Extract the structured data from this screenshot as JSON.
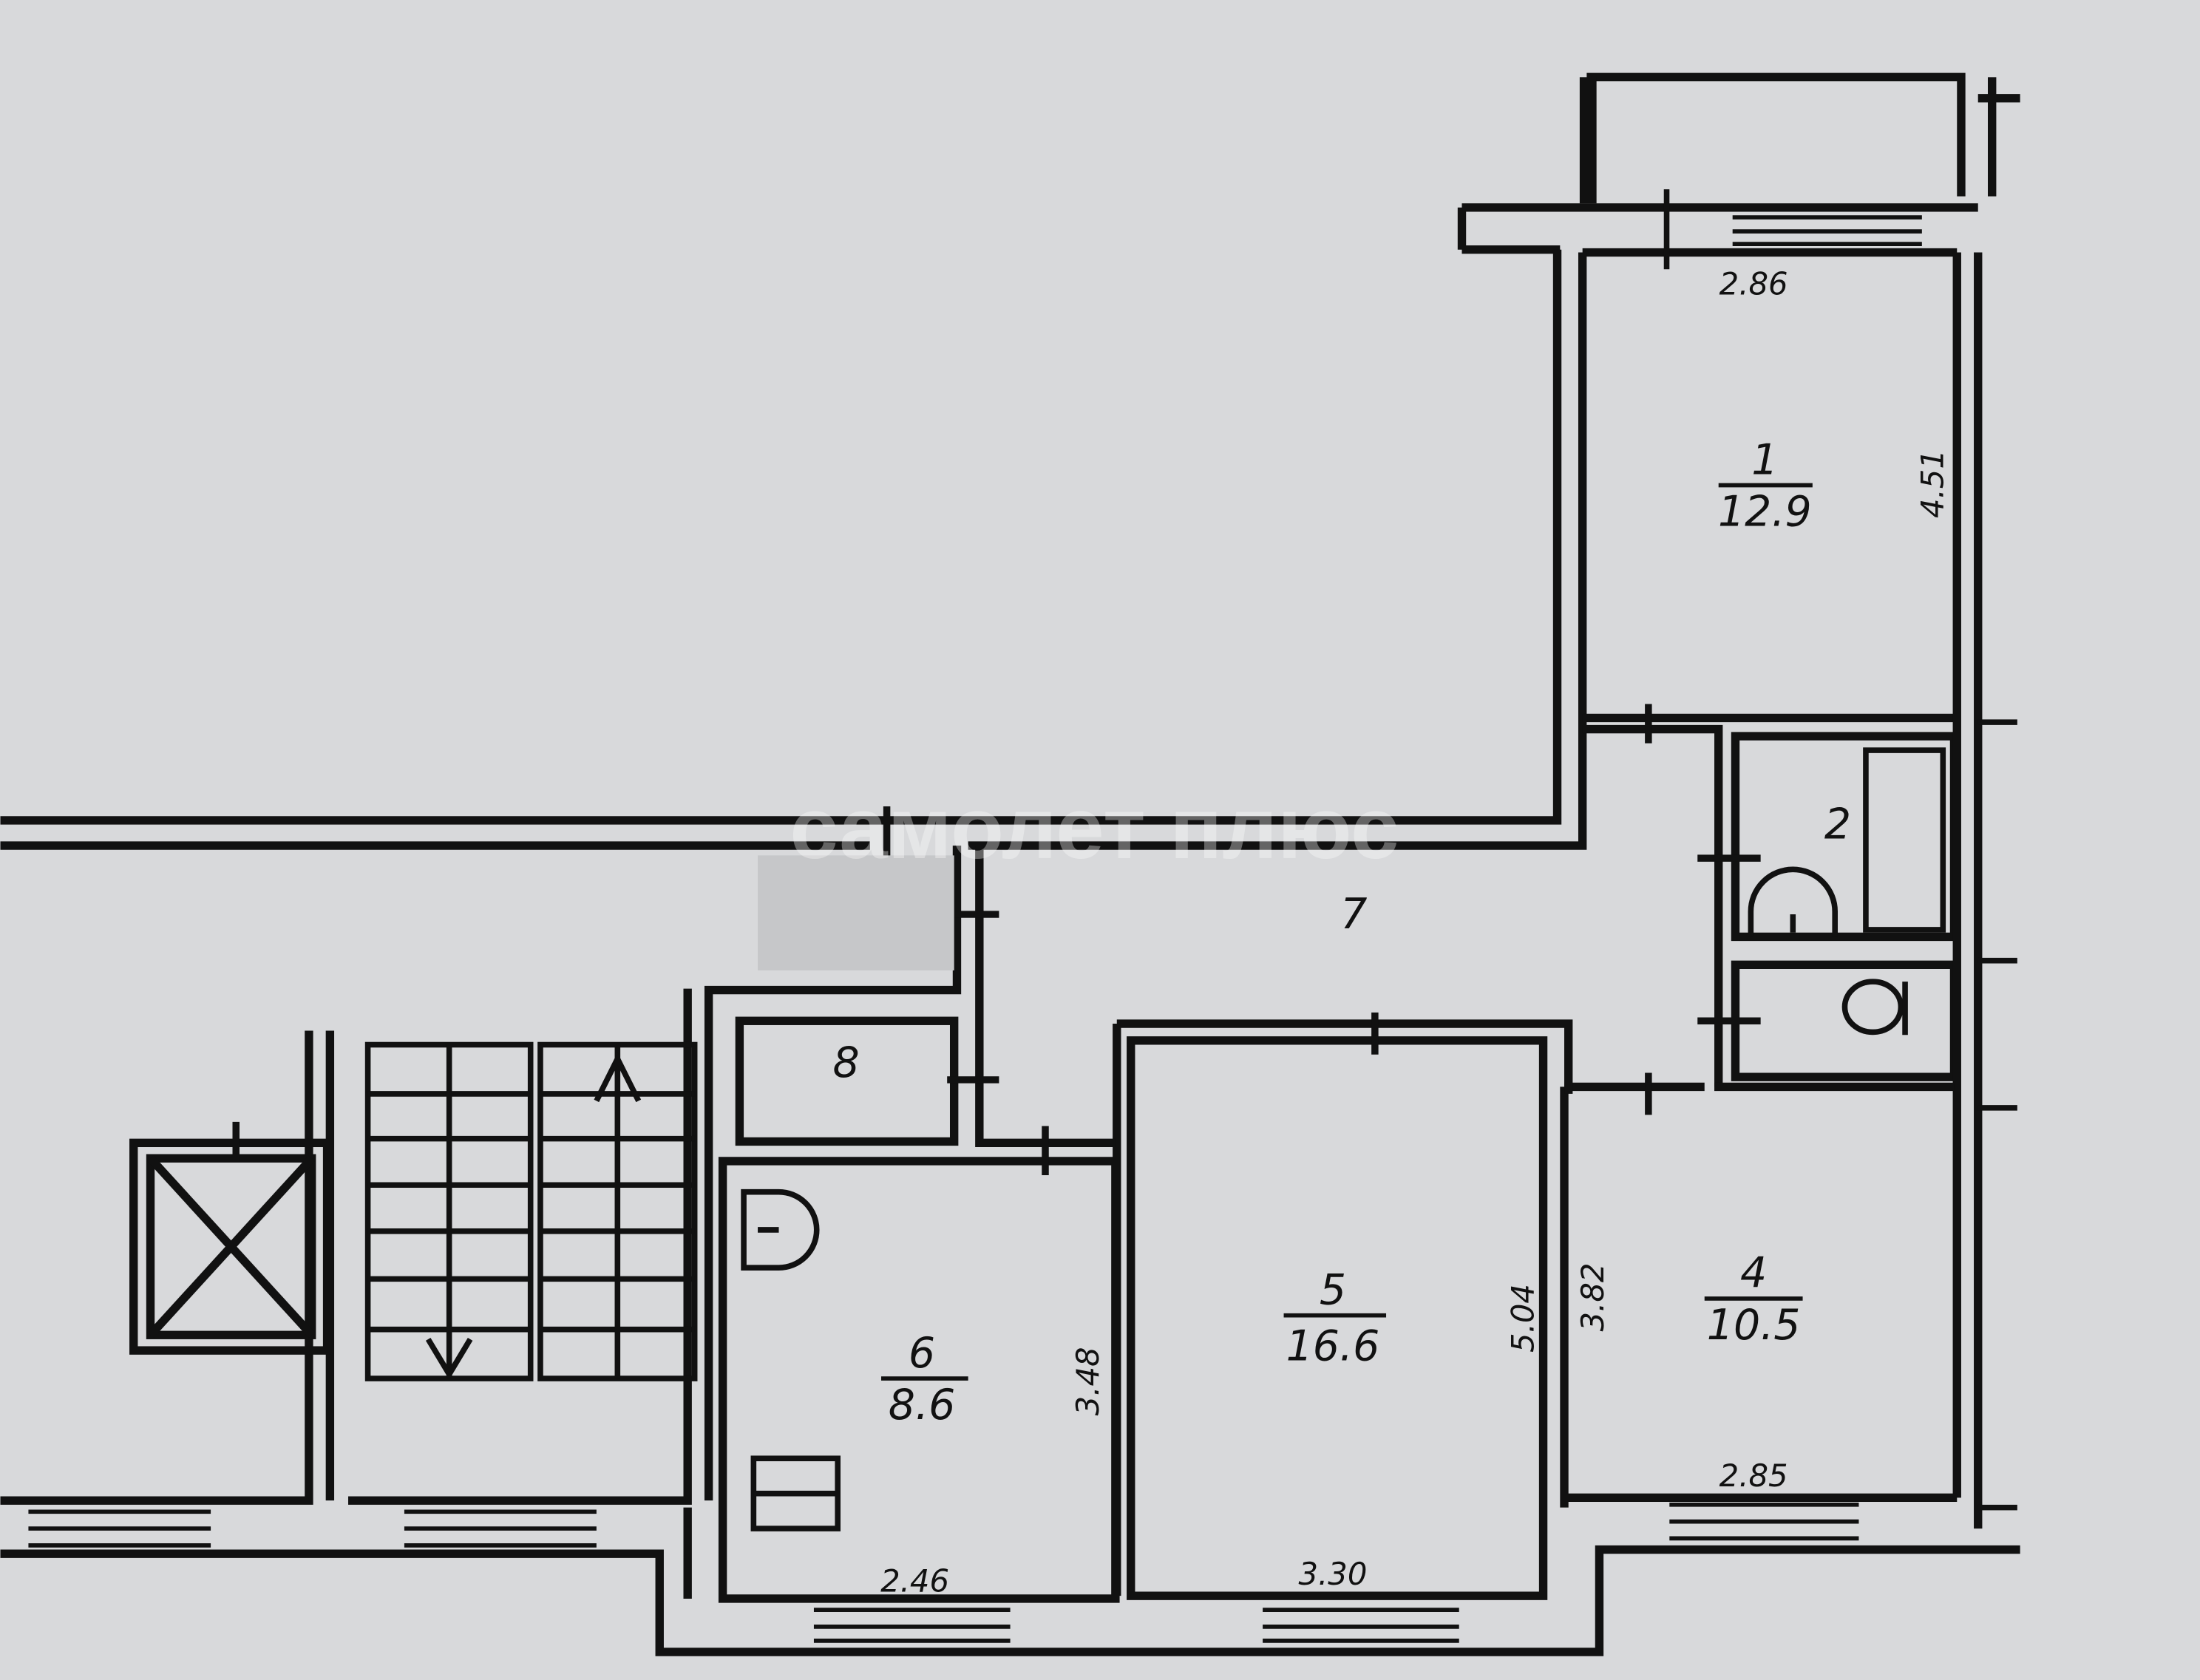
{
  "watermark": "самолет плюс",
  "colors": {
    "paper": "#d8d9db",
    "ink": "#111111",
    "redaction": "#c6c7c9"
  },
  "rooms": [
    {
      "id": "1",
      "area": "12.9",
      "dims": [
        "2.86",
        "4.51"
      ]
    },
    {
      "id": "2"
    },
    {
      "id": "4",
      "area": "10.5",
      "dims": [
        "3.82",
        "2.85"
      ]
    },
    {
      "id": "5",
      "area": "16.6",
      "dims": [
        "5.04",
        "3.30"
      ]
    },
    {
      "id": "6",
      "area": "8.6",
      "dims": [
        "3.48",
        "2.46"
      ]
    },
    {
      "id": "7"
    },
    {
      "id": "8"
    }
  ]
}
